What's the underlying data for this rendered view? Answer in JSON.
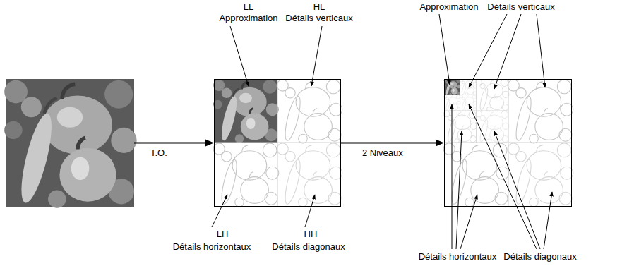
{
  "diagram": {
    "nodes": [
      {
        "text": []
      },
      {
        "text": []
      },
      {
        "text": []
      }
    ],
    "edges": [
      {
        "from": 0,
        "to": 1,
        "arrow": "to",
        "label": "T.O."
      },
      {
        "from": 1,
        "to": 2,
        "arrow": "to",
        "label": "2 Niveaux"
      }
    ],
    "labels": [
      "LL",
      "Approximation",
      "HL",
      "Détails verticaux",
      "LH",
      "Détails horizontaux",
      "HH",
      "Détails diagonaux",
      "Approximation",
      "Détails verticaux",
      "Détails horizontaux",
      "Détails diagonaux"
    ]
  }
}
